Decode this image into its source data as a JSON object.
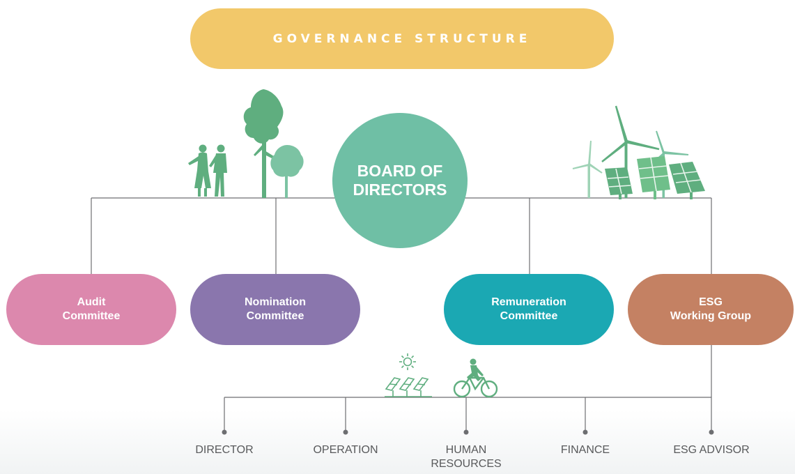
{
  "title": {
    "text": "GOVERNANCE STRUCTURE"
  },
  "board": {
    "line1": "BOARD OF",
    "line2": "DIRECTORS"
  },
  "committees": [
    {
      "line1": "Audit",
      "line2": "Committee"
    },
    {
      "line1": "Nomination",
      "line2": "Committee"
    },
    {
      "line1": "Remuneration",
      "line2": "Committee"
    },
    {
      "line1": "ESG",
      "line2": "Working Group"
    }
  ],
  "departments": [
    {
      "line1": "DIRECTOR",
      "line2": ""
    },
    {
      "line1": "OPERATION",
      "line2": ""
    },
    {
      "line1": "HUMAN",
      "line2": "RESOURCES"
    },
    {
      "line1": "FINANCE",
      "line2": ""
    },
    {
      "line1": "ESG ADVISOR",
      "line2": ""
    }
  ],
  "colors": {
    "title": "#f2c86a",
    "board": "#6fbfa5",
    "audit": "#dc88ad",
    "nomination": "#8a76ad",
    "remuneration": "#1ba8b3",
    "esg": "#c48163",
    "illustration": "#5fae7f",
    "connector": "#6d6e71"
  },
  "icons": [
    "people-walking-icon",
    "tree-icon",
    "bush-tree-icon",
    "wind-turbine-icon",
    "solar-panel-icon",
    "sun-icon",
    "cyclist-icon"
  ]
}
